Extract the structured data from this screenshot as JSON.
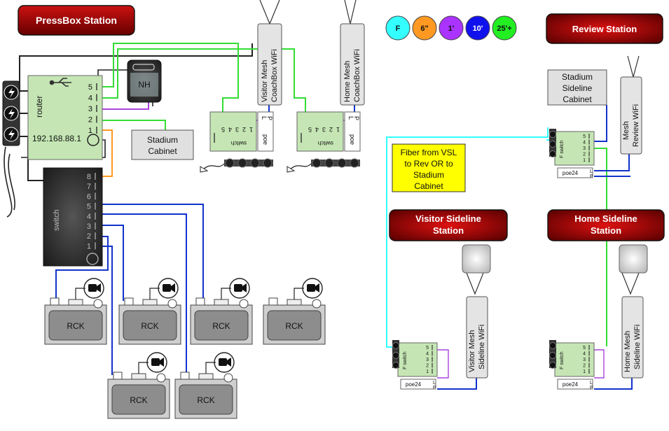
{
  "stations": {
    "pressbox": "PressBox Station",
    "review": "Review Station",
    "visitor_sideline": [
      "Visitor Sideline",
      "Station"
    ],
    "home_sideline": [
      "Home Sideline",
      "Station"
    ]
  },
  "legend": [
    {
      "label": "F",
      "color": "#33ffff"
    },
    {
      "label": "6\"",
      "color": "#ff9922"
    },
    {
      "label": "1'",
      "color": "#aa33ff"
    },
    {
      "label": "10'",
      "color": "#1111ee"
    },
    {
      "label": "25'+",
      "color": "#22ee22"
    }
  ],
  "colors": {
    "station_fill": "#aa0000",
    "device_green": "#c5e6b4",
    "wire_green": "#33dd33",
    "wire_blue": "#1133cc",
    "wire_purple": "#aa44dd",
    "wire_orange": "#ff9922",
    "wire_cyan": "#33ffff",
    "note_yellow": "#ffff00"
  },
  "router": {
    "label": "router",
    "ip": "192.168.88.1",
    "ports": [
      "5",
      "4",
      "3",
      "2",
      "1"
    ]
  },
  "nh": "NH",
  "main_switch": {
    "label": "switch",
    "ports": [
      "8",
      "7",
      "6",
      "5",
      "4",
      "3",
      "2",
      "1"
    ]
  },
  "stadium_cabinet": [
    "Stadium",
    "Cabinet"
  ],
  "stadium_sideline_cabinet": [
    "Stadium",
    "Sideline",
    "Cabinet"
  ],
  "mesh": {
    "visitor_coachbox": [
      "Visitor Mesh",
      "CoachBox WiFi"
    ],
    "home_coachbox": [
      "Home Mesh",
      "CoachBox WiFi"
    ],
    "review": [
      "Mesh",
      "Review WiFi"
    ],
    "visitor_sideline": [
      "Visitor Mesh",
      "Sideline WiFi"
    ],
    "home_sideline": [
      "Home Mesh",
      "Sideline WiFi"
    ],
    "port_l": "L",
    "port_p": "P"
  },
  "small_switch": {
    "label": "switch",
    "ports": [
      "5",
      "4",
      "3",
      "2",
      "1"
    ],
    "flabel": "F",
    "poe": "poe",
    "poe24": "poe24",
    "port_l": "L",
    "port_p": "P"
  },
  "rck_label": "RCK",
  "fiber_note": [
    "Fiber from VSL",
    "to Rev OR to",
    "Stadium",
    "Cabinet"
  ]
}
